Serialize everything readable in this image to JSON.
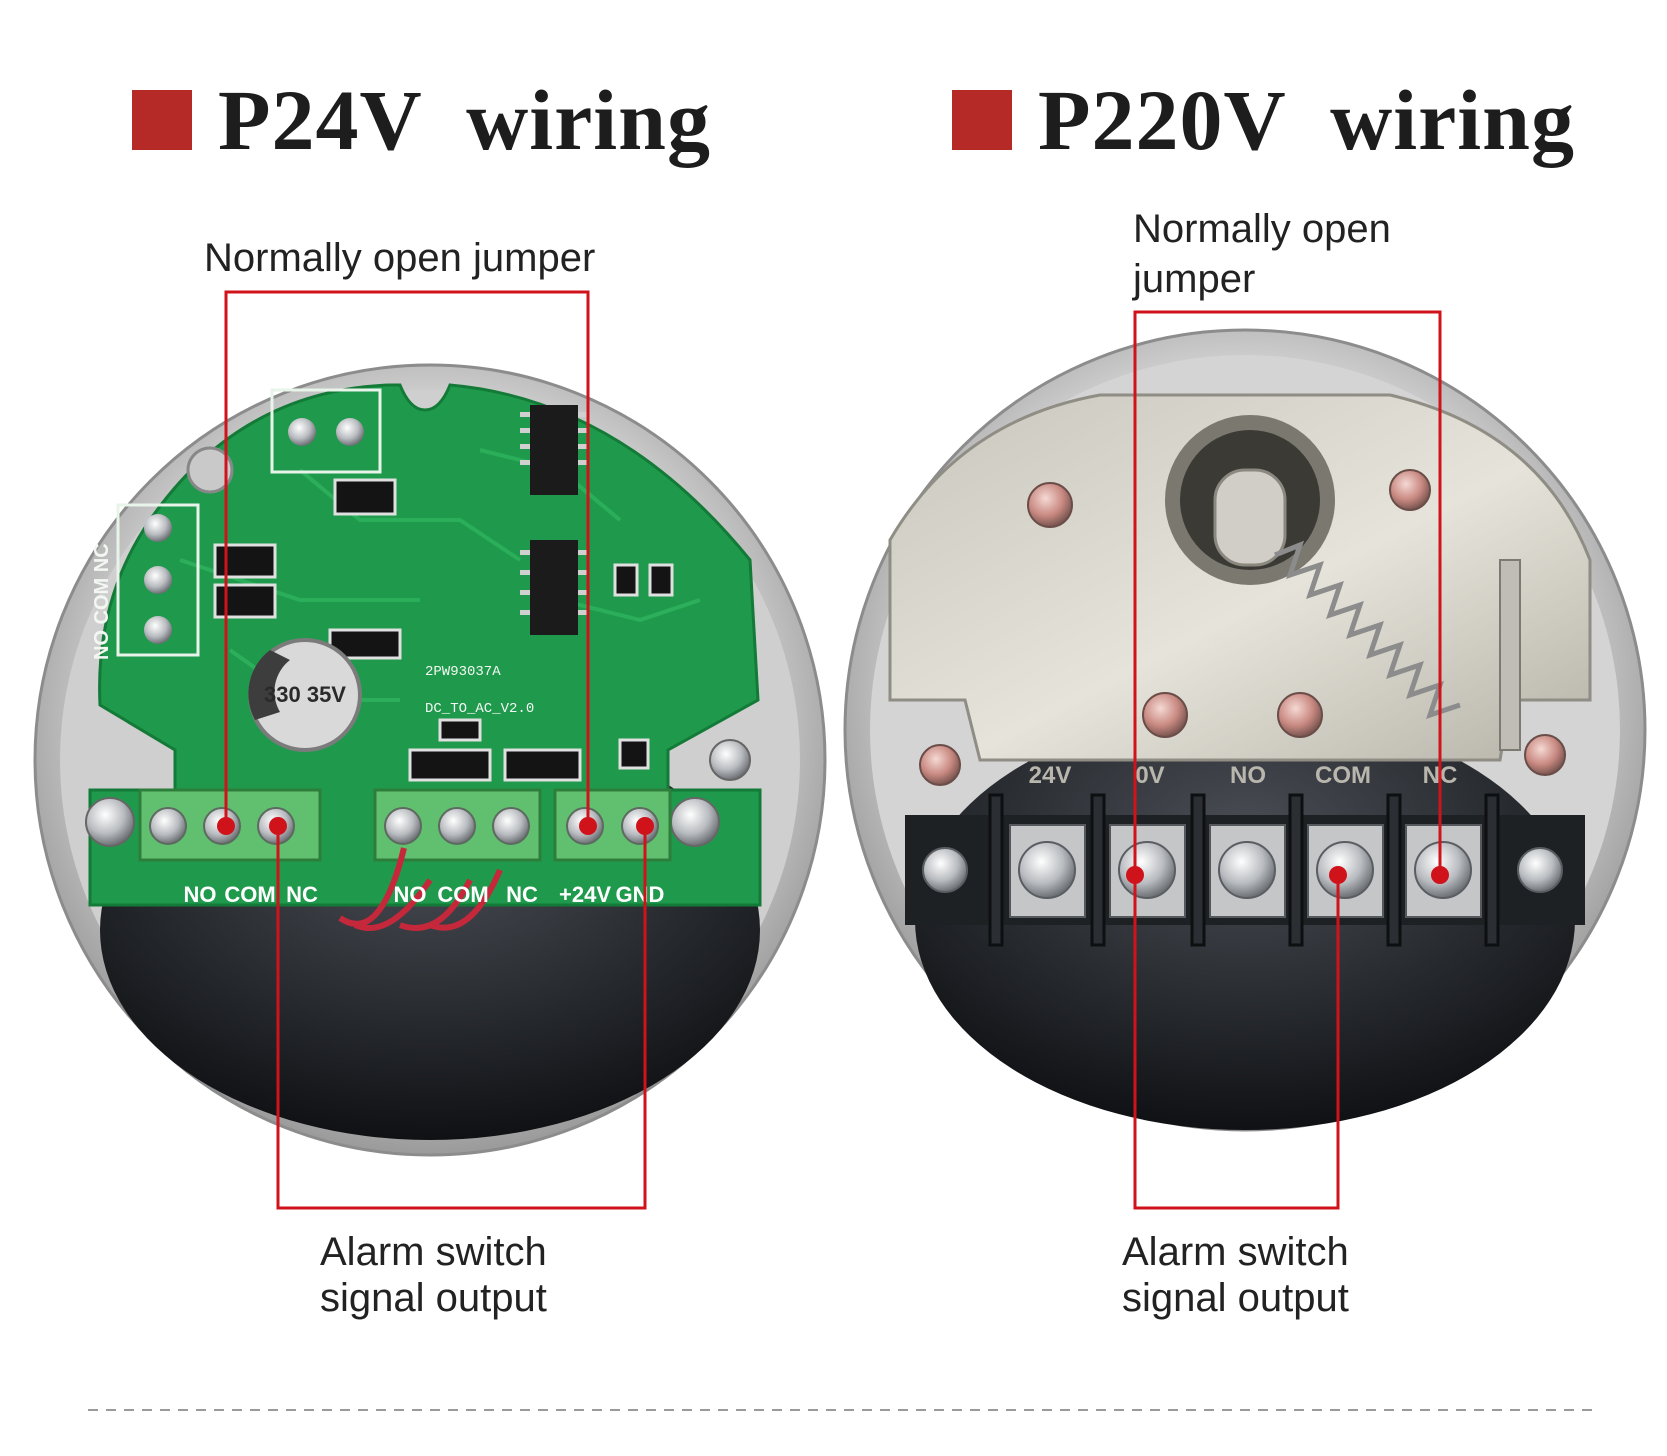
{
  "left": {
    "title": "P24V  wiring",
    "jumper_label": "Normally open jumper",
    "output_label_1": "Alarm switch",
    "output_label_2": "signal output",
    "terminal_labels": [
      "NO",
      "COM",
      "NC",
      "NO",
      "COM",
      "NC",
      "+24V",
      "GND"
    ],
    "silk_left": "NO COM NC",
    "board_text_1": "2PW93037A",
    "board_text_2": "DC_TO_AC_V2.0",
    "capacitor_text": "330 35V"
  },
  "right": {
    "title": "P220V  wiring",
    "jumper_label_1": "Normally open",
    "jumper_label_2": "jumper",
    "output_label_1": "Alarm switch",
    "output_label_2": "signal output",
    "terminal_labels": [
      "24V",
      "0V",
      "NO",
      "COM",
      "NC"
    ]
  },
  "colors": {
    "accent": "#b52a27",
    "callout": "#d0121b",
    "pcb": "#1f9a4c"
  }
}
